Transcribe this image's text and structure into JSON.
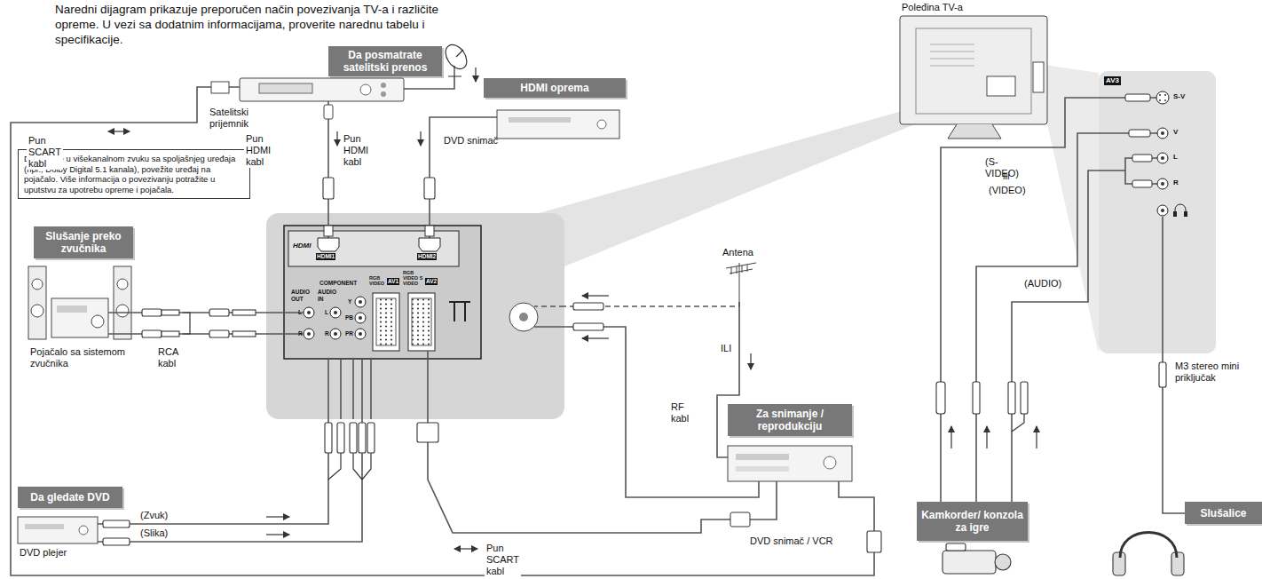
{
  "diagram": {
    "nodes": [
      {
        "text": [
          "Da posmatrate satelitski prenos"
        ]
      },
      {
        "text": [
          "Satelitski prijemnik"
        ]
      },
      {
        "text": [
          "HDMI oprema"
        ]
      },
      {
        "text": [
          "DVD snimač"
        ]
      },
      {
        "text": [
          "Poleđina TV-a"
        ]
      },
      {
        "text": [
          "Da uživate u višekanalnom zvuku sa spoljašnjeg uređaja (npr., Dolby Digital 5.1 kanala), povežite uređaj na pojačalo. Više informacija o povezivanju potražite u uputstvu za upotrebu opreme i pojačala."
        ]
      },
      {
        "text": [
          "HDMI1",
          "HDMI2",
          "HDMI",
          "AUDIO OUT",
          "AUDIO IN",
          "COMPONENT",
          "L",
          "R",
          "L",
          "R",
          "Y",
          "PB",
          "PR",
          "RGB VIDEO",
          "AV1",
          "RGB VIDEO S VIDEO",
          "AV2"
        ]
      },
      {
        "text": [
          "Antena"
        ]
      },
      {
        "text": [
          "AV3",
          "S-V",
          "V",
          "L",
          "R"
        ]
      },
      {
        "text": [
          "Slušanje preko zvučnika"
        ]
      },
      {
        "text": [
          "Pojačalo sa sistemom zvučnika"
        ]
      },
      {
        "text": [
          "Kamkorder/ konzola za igre"
        ]
      },
      {
        "text": [
          "Slušalice"
        ]
      },
      {
        "text": [
          "Da gledate DVD"
        ]
      },
      {
        "text": [
          "DVD plejer"
        ]
      },
      {
        "text": [
          "Za snimanje / reprodukciju"
        ]
      },
      {
        "text": [
          "DVD snimač / VCR"
        ]
      }
    ],
    "edges": [
      {
        "from": 1,
        "to": 6,
        "label": "Pun HDMI kabl",
        "arrow": "none"
      },
      {
        "from": 3,
        "to": 6,
        "label": "Pun HDMI kabl",
        "arrow": "none"
      },
      {
        "from": 1,
        "to": 16,
        "label": "Pun SCART kabl",
        "arrow": "none"
      },
      {
        "from": 6,
        "to": 16,
        "label": "Pun SCART kabl",
        "arrow": "none"
      },
      {
        "from": 6,
        "to": 10,
        "label": "RCA kabl",
        "arrow": "none"
      },
      {
        "from": 14,
        "to": 6,
        "label": "(Zvuk)",
        "arrow": "none"
      },
      {
        "from": 14,
        "to": 6,
        "label": "(Slika)",
        "arrow": "none"
      },
      {
        "from": 7,
        "to": 6,
        "arrow": "none"
      },
      {
        "from": 7,
        "to": 16,
        "label": "RF kabl",
        "arrow": "none"
      },
      {
        "from": 16,
        "to": 6,
        "arrow": "none"
      },
      {
        "from": 11,
        "to": 8,
        "label": "(S-VIDEO)",
        "arrow": "none"
      },
      {
        "from": 11,
        "to": 8,
        "label": "(VIDEO)",
        "arrow": "none"
      },
      {
        "from": 11,
        "to": 8,
        "label": "(AUDIO)",
        "arrow": "none"
      },
      {
        "from": 8,
        "to": 12,
        "label": "M3 stereo mini priključak",
        "arrow": "none"
      }
    ],
    "labels": [
      "Naredni dijagram prikazuje preporučen način povezivanja TV-a i različite opreme. U vezi sa dodatnim informacijama, proverite narednu tabelu i specifikacije.",
      "ILI",
      "ili"
    ]
  }
}
